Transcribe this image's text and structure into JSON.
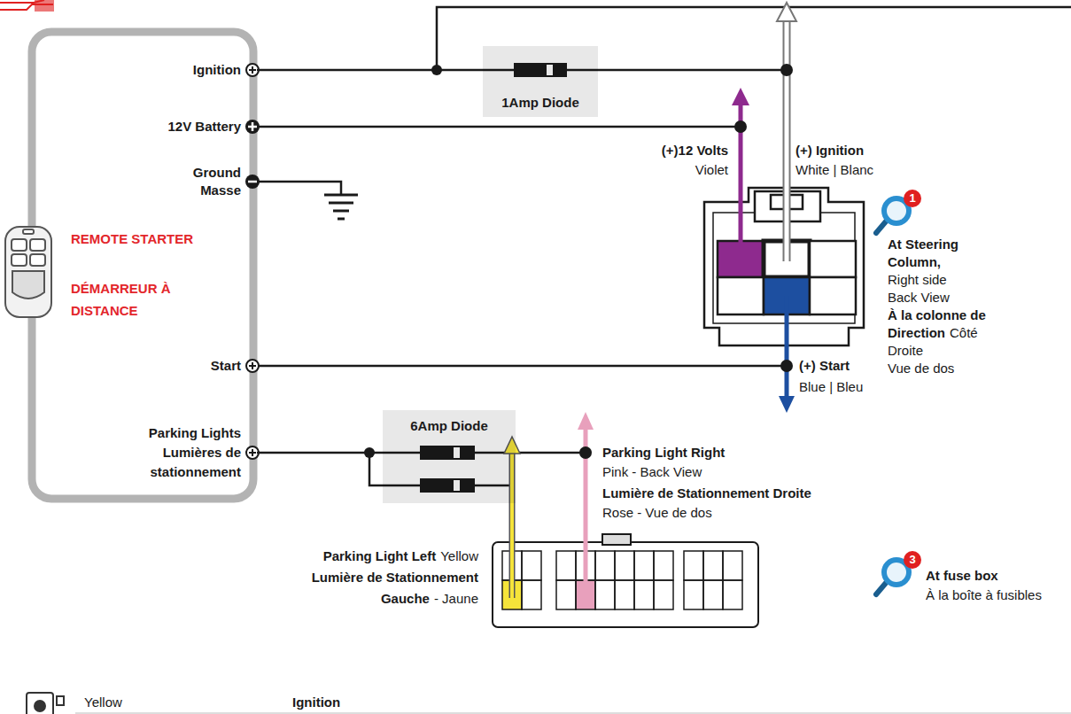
{
  "diagram": {
    "nodes": [
      {
        "text": [
          "Ignition",
          "12V Battery",
          "Ground",
          "Masse",
          "REMOTE STARTER",
          "DÉMARREUR À DISTANCE",
          "Start",
          "Parking Lights",
          "Lumières de stationnement"
        ]
      },
      {
        "text": [
          "1Amp Diode"
        ]
      },
      {
        "text": [
          "6Amp Diode"
        ]
      }
    ],
    "edges": [
      {
        "from": 0,
        "to": 1,
        "arrow": "none"
      },
      {
        "from": 0,
        "to": 2,
        "arrow": "none"
      }
    ],
    "labels": [
      "(+)12 Volts",
      "Violet",
      "(+) Ignition",
      "White | Blanc",
      "1",
      "At Steering Column,",
      "Right side",
      "Back View",
      "À la colonne de Direction",
      "Côté Droite",
      "Vue de dos",
      "(+) Start",
      "Blue | Bleu",
      "Parking Light Right",
      "Pink - Back View",
      "Lumière de Stationnement Droite",
      "Rose - Vue de dos",
      "Parking Light Left",
      "Yellow",
      "Lumière de Stationnement Gauche",
      "- Jaune",
      "3",
      "At fuse box",
      "À la boîte à fusibles",
      "Yellow",
      "Ignition"
    ]
  }
}
